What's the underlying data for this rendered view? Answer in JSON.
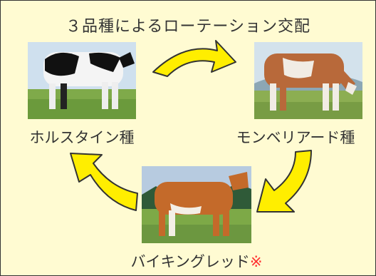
{
  "title": "３品種によるローテーション交配",
  "breeds": {
    "holstein": {
      "label": "ホルスタイン種"
    },
    "montbeliarde": {
      "label": "モンベリアード種"
    },
    "viking_red": {
      "label": "バイキングレッド",
      "note_mark": "※"
    }
  },
  "colors": {
    "background": "#fffbd2",
    "arrow_fill": "#ffee00",
    "arrow_stroke": "#333333",
    "note_mark": "#ff3030"
  },
  "icons": [
    "cycle-arrow-icon",
    "cycle-arrow-icon",
    "cycle-arrow-icon",
    "cycle-arrow-icon"
  ]
}
